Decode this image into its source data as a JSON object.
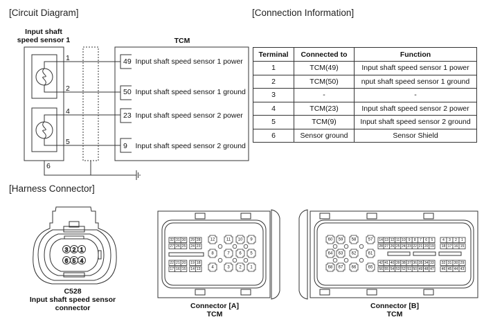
{
  "sections": {
    "circuit_diagram": "[Circuit Diagram]",
    "connection_information": "[Connection Information]",
    "harness_connector": "[Harness Connector]"
  },
  "circuit": {
    "sensor_label_line1": "Input shaft",
    "sensor_label_line2": "speed sensor 1",
    "tcm_label": "TCM",
    "sensor_pins": [
      "1",
      "2",
      "4",
      "5",
      "6"
    ],
    "tcm_pins": [
      {
        "pin": "49",
        "label": "Input shaft speed sensor 1 power"
      },
      {
        "pin": "50",
        "label": "Input shaft speed sensor 1 ground"
      },
      {
        "pin": "23",
        "label": "Input shaft speed sensor 2 power"
      },
      {
        "pin": "9",
        "label": "Input shaft speed sensor 2 ground"
      }
    ]
  },
  "connection_table": {
    "headers": [
      "Terminal",
      "Connected to",
      "Function"
    ],
    "rows": [
      [
        "1",
        "TCM(49)",
        "Input shaft speed sensor 1 power"
      ],
      [
        "2",
        "TCM(50)",
        "nput shaft speed sensor 1 ground"
      ],
      [
        "3",
        "-",
        "-"
      ],
      [
        "4",
        "TCM(23)",
        "Input shaft speed sensor 2 power"
      ],
      [
        "5",
        "TCM(9)",
        "Input shaft speed sensor 2 ground"
      ],
      [
        "6",
        "Sensor ground",
        "Sensor Shield"
      ]
    ]
  },
  "connectors": {
    "c528": {
      "code": "C528",
      "name_line1": "Input shaft speed sensor",
      "name_line2": "connector",
      "pins_top": [
        "3",
        "2",
        "1"
      ],
      "pins_bottom": [
        "6",
        "5",
        "4"
      ]
    },
    "a": {
      "title": "Connector [A]",
      "subtitle": "TCM",
      "small_rows": [
        [
          "32",
          "31",
          "30",
          "29",
          "28"
        ],
        [
          "27",
          "26",
          "25",
          "24",
          "23"
        ],
        [
          "22",
          "21",
          "20",
          "19",
          "18"
        ],
        [
          "17",
          "16",
          "15",
          "14",
          "13"
        ]
      ],
      "large_rows": [
        [
          "12",
          "11",
          "10",
          "9"
        ],
        [
          "8",
          "7",
          "6",
          "5"
        ],
        [
          "4",
          "3",
          "2",
          "1"
        ]
      ]
    },
    "b": {
      "title": "Connector [B]",
      "subtitle": "TCM",
      "large_rows": [
        [
          "60",
          "59",
          "58",
          "57"
        ],
        [
          "64",
          "63",
          "62",
          "61"
        ],
        [
          "68",
          "67",
          "66",
          "65"
        ]
      ],
      "small_rows_left": [
        [
          "14",
          "13",
          "12",
          "11",
          "10",
          "9",
          "8",
          "7",
          "6",
          "5"
        ],
        [
          "28",
          "27",
          "26",
          "25",
          "24",
          "23",
          "22",
          "21",
          "20",
          "19"
        ],
        [
          "42",
          "41",
          "40",
          "39",
          "38",
          "37",
          "36",
          "35",
          "34",
          "33"
        ],
        [
          "56",
          "55",
          "54",
          "53",
          "52",
          "51",
          "50",
          "49",
          "48",
          "47"
        ]
      ],
      "small_rows_right": [
        [
          "4",
          "3",
          "2",
          "1"
        ],
        [
          "18",
          "17",
          "16",
          "15"
        ],
        [
          "32",
          "31",
          "30",
          "29"
        ],
        [
          "46",
          "45",
          "44",
          "43"
        ]
      ]
    }
  }
}
